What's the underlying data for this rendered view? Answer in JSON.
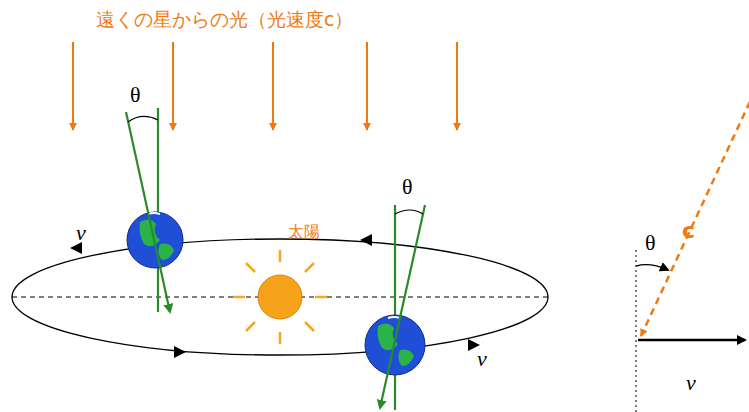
{
  "diagram": {
    "labels": [
      "遠くの星からの光（光速度c）",
      "θ",
      "θ",
      "v",
      "太陽",
      "v",
      "c",
      "θ",
      "v"
    ]
  }
}
